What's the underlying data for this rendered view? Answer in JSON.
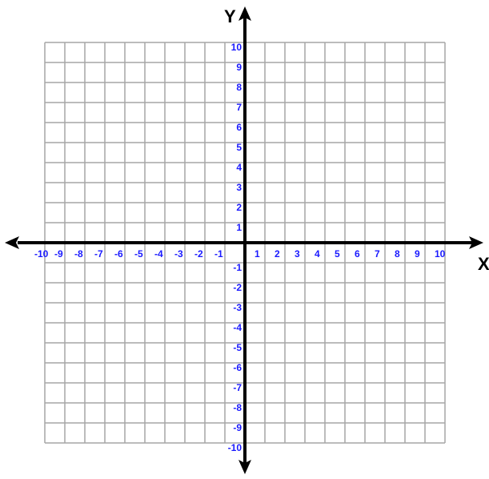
{
  "chart_data": {
    "type": "coordinate-grid",
    "xlabel": "X",
    "ylabel": "Y",
    "xlim": [
      -10,
      10
    ],
    "ylim": [
      -10,
      10
    ],
    "grid": true,
    "x_ticks": [
      "-10",
      "-9",
      "-8",
      "-7",
      "-6",
      "-5",
      "-4",
      "-3",
      "-2",
      "-1",
      "1",
      "2",
      "3",
      "4",
      "5",
      "6",
      "7",
      "8",
      "9",
      "10"
    ],
    "y_ticks": [
      "10",
      "9",
      "8",
      "7",
      "6",
      "5",
      "4",
      "3",
      "2",
      "1",
      "-1",
      "-2",
      "-3",
      "-4",
      "-5",
      "-6",
      "-7",
      "-8",
      "-9",
      "-10"
    ],
    "colors": {
      "grid": "#a6a6a6",
      "axis": "#000000",
      "tick_label": "#1a1aff",
      "axis_name": "#000000"
    }
  }
}
